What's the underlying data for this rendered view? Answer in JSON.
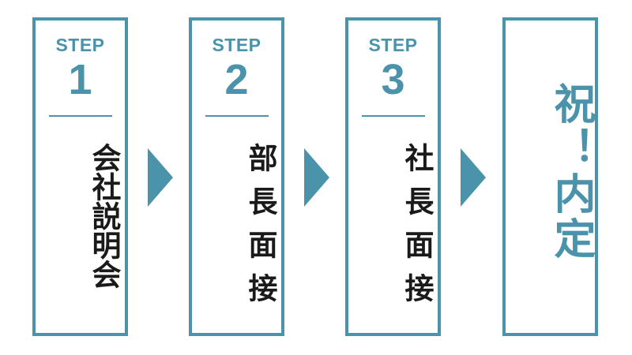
{
  "steps": [
    {
      "label": "STEP",
      "number": "1",
      "text": "会社説明会"
    },
    {
      "label": "STEP",
      "number": "2",
      "text": "部長面接"
    },
    {
      "label": "STEP",
      "number": "3",
      "text": "社長面接"
    }
  ],
  "final": {
    "text": "祝！内定"
  },
  "colors": {
    "accent": "#4a93ab",
    "text": "#1a1a1a",
    "background": "#ffffff"
  },
  "icons": {
    "arrow": "chevron-right-triangle-icon"
  }
}
